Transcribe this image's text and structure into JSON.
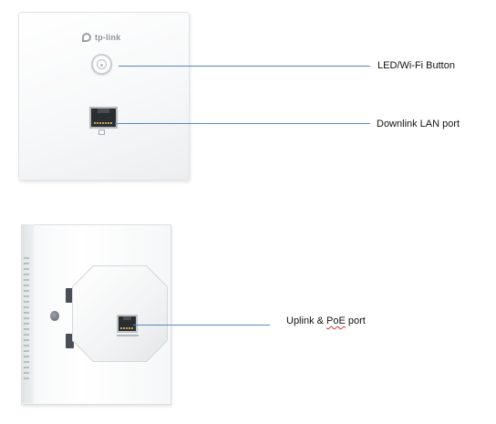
{
  "front_plate": {
    "logo_text": "tp-link"
  },
  "labels": {
    "led_button": "LED/Wi-Fi Button",
    "downlink_port": "Downlink LAN port",
    "uplink_prefix": "Uplink & ",
    "uplink_poe": "PoE",
    "uplink_suffix": " port"
  },
  "colors": {
    "leader_line": "#5b86bf",
    "spellcheck_underline": "#e03030"
  },
  "icons": [
    "led-wifi-button-icon",
    "rj45-port-icon",
    "network-icon",
    "screw-icon"
  ]
}
